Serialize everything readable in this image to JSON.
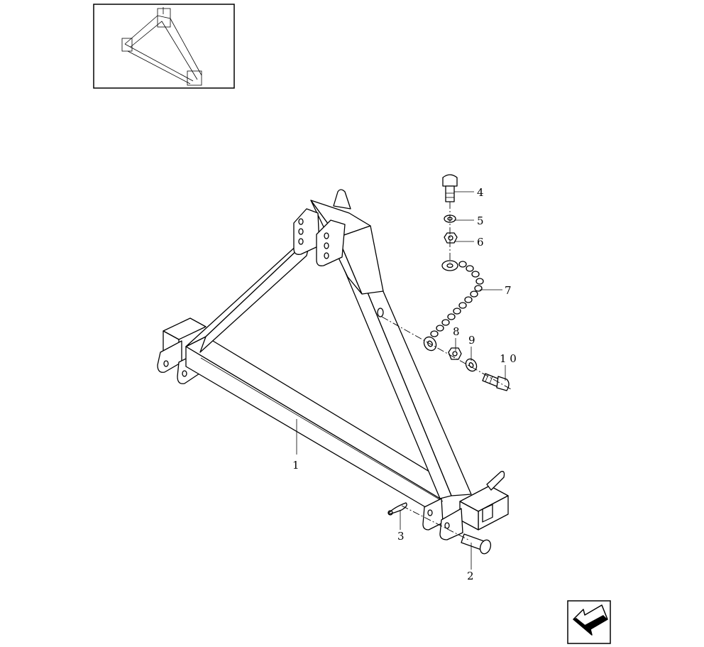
{
  "callouts": [
    {
      "id": "1",
      "text": "1"
    },
    {
      "id": "2",
      "text": "2"
    },
    {
      "id": "3",
      "text": "3"
    },
    {
      "id": "4",
      "text": "4"
    },
    {
      "id": "5",
      "text": "5"
    },
    {
      "id": "6",
      "text": "6"
    },
    {
      "id": "7",
      "text": "7"
    },
    {
      "id": "8",
      "text": "8"
    },
    {
      "id": "9",
      "text": "9"
    },
    {
      "id": "10",
      "text": "1 0"
    }
  ],
  "icons": {
    "thumbnail": "hitch-frame-thumbnail-icon",
    "nav": "back-arrow-icon"
  },
  "colors": {
    "line": "#000000",
    "background": "#ffffff"
  }
}
